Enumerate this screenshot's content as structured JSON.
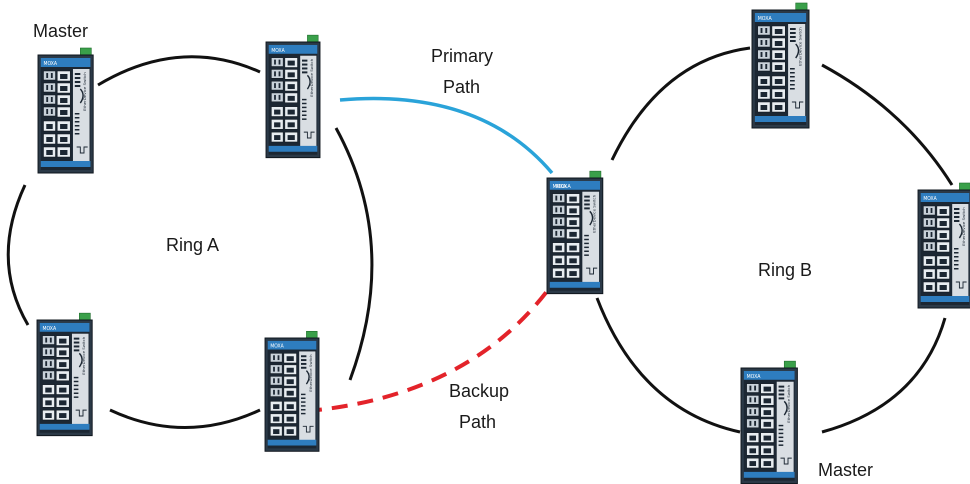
{
  "labels": {
    "master_top": "Master",
    "primary_line1": "Primary",
    "primary_line2": "Path",
    "ring_a": "Ring A",
    "ring_b": "Ring B",
    "backup_line1": "Backup",
    "backup_line2": "Path",
    "master_bottom": "Master"
  },
  "switch": {
    "brand": "MOXA",
    "product": "EtherDevice Switch"
  },
  "colors": {
    "ring": "#111111",
    "primary_path": "#2aa3d9",
    "backup_path": "#e3232a",
    "switch_body": "#1f2d3d",
    "switch_top": "#2e7dbf",
    "connector": "#3aa04a"
  }
}
